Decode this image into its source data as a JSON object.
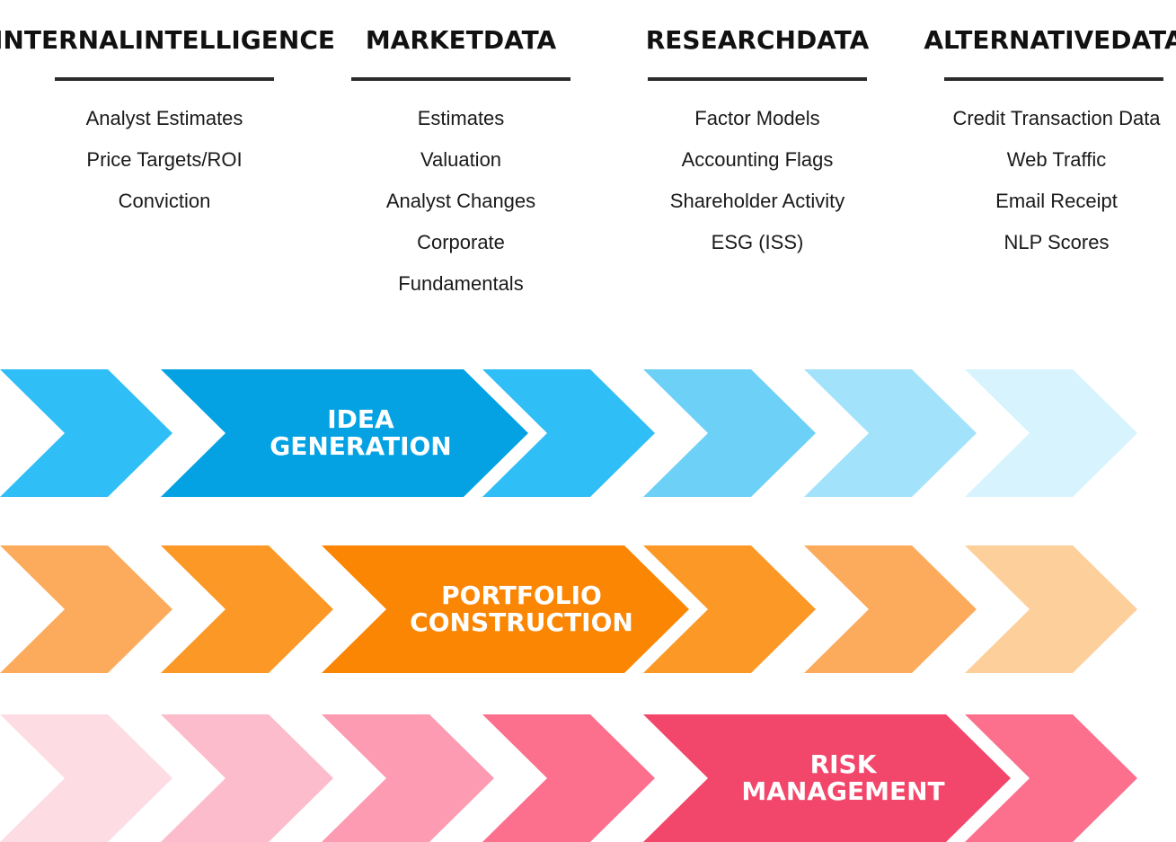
{
  "columns": [
    {
      "title_line1": "INTERNAL",
      "title_line2": "INTELLIGENCE",
      "items": [
        "Analyst Estimates",
        "Price Targets/ROI",
        "Conviction"
      ]
    },
    {
      "title_line1": "MARKET",
      "title_line2": "DATA",
      "items": [
        "Estimates",
        "Valuation",
        "Analyst Changes",
        "Corporate",
        "Fundamentals"
      ]
    },
    {
      "title_line1": "RESEARCH",
      "title_line2": "DATA",
      "items": [
        "Factor Models",
        "Accounting Flags",
        "Shareholder Activity",
        "ESG (ISS)"
      ]
    },
    {
      "title_line1": "ALTERNATIVE",
      "title_line2": "DATA",
      "items": [
        "Credit Transaction Data",
        "Web Traffic",
        "Email Receipt",
        "NLP Scores"
      ]
    }
  ],
  "bands": [
    {
      "label_line1": "IDEA",
      "label_line2": "GENERATION",
      "highlight_start_slot": 1,
      "chevron_colors": [
        "#2fbef5",
        "#04a2e3",
        "#2fbef5",
        "#6dd0f7",
        "#a3e2fb",
        "#d7f3fd"
      ]
    },
    {
      "label_line1": "PORTFOLIO",
      "label_line2": "CONSTRUCTION",
      "highlight_start_slot": 2,
      "chevron_colors": [
        "#fcab5c",
        "#fb9826",
        "#fb8604",
        "#fb9826",
        "#fcab5c",
        "#fdcf9b"
      ]
    },
    {
      "label_line1": "RISK",
      "label_line2": "MANAGEMENT",
      "highlight_start_slot": 4,
      "chevron_colors": [
        "#fddce4",
        "#fcbccb",
        "#fc9bb1",
        "#fc708d",
        "#f2466a",
        "#fc708d"
      ]
    }
  ]
}
